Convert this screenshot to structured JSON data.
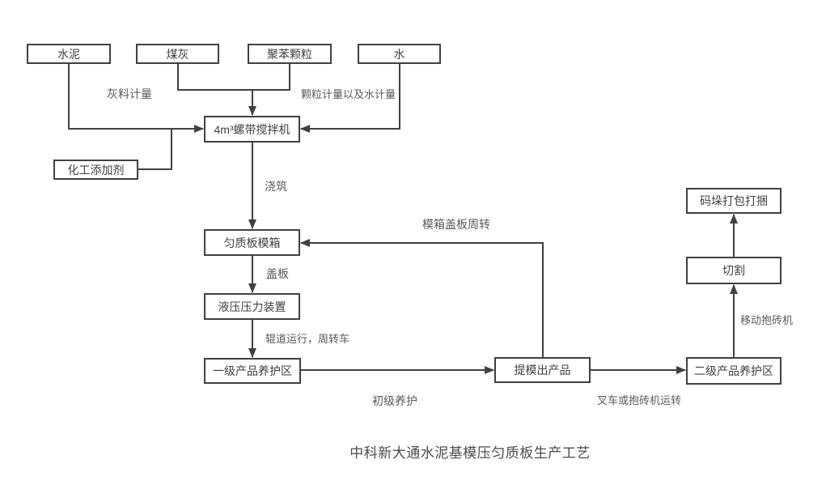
{
  "title": "中科新大通水泥基模压匀质板生产工艺",
  "nodes": {
    "cement": "水泥",
    "coal_ash": "煤灰",
    "polystyrene": "聚苯颗粒",
    "water": "水",
    "mixer": "4m³螺带搅拌机",
    "additive": "化工添加剂",
    "mold_box": "匀质板模箱",
    "hydraulic": "液压压力装置",
    "curing1": "一级产品养护区",
    "demold": "提模出产品",
    "curing2": "二级产品养护区",
    "cutting": "切割",
    "packing": "码垛打包打捆"
  },
  "edge_labels": {
    "ash_metering": "灰料计量",
    "particle_water_metering": "颗粒计量以及水计量",
    "pouring": "浇筑",
    "cover_plate": "盖板",
    "roller_transfer": "辊道运行，周转车",
    "primary_curing": "初级养护",
    "mold_cover_turnover": "模箱盖板周转",
    "forklift_transfer": "叉车或抱砖机运转",
    "mobile_grabber": "移动抱砖机"
  },
  "colors": {
    "line": "#404040",
    "box_border": "#404040",
    "box_text": "#404040",
    "label_text": "#595959",
    "background": "#ffffff"
  }
}
